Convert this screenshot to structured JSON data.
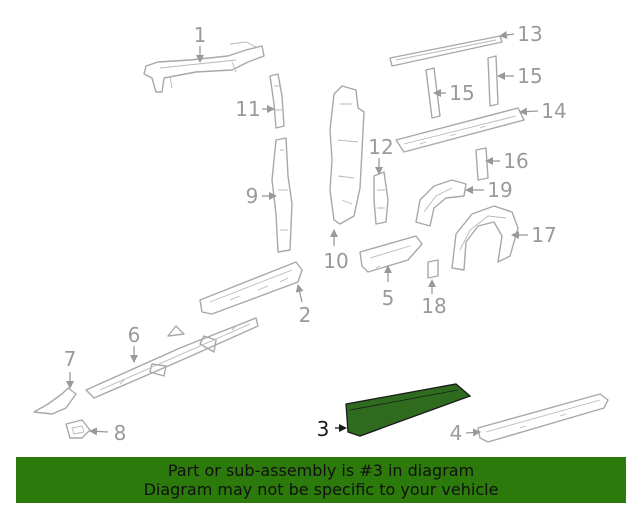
{
  "diagram": {
    "callouts": {
      "c1": "1",
      "c2": "2",
      "c3": "3",
      "c4": "4",
      "c5": "5",
      "c6": "6",
      "c7": "7",
      "c8": "8",
      "c9": "9",
      "c10": "10",
      "c11": "11",
      "c12": "12",
      "c13": "13",
      "c14": "14",
      "c15a": "15",
      "c15b": "15",
      "c16": "16",
      "c17": "17",
      "c18": "18",
      "c19": "19"
    },
    "highlighted_part": "3",
    "colors": {
      "highlight": "#2e6b1e",
      "banner": "#2b7a0b",
      "line": "#a8a8a8"
    }
  },
  "banner": {
    "line1": "Part or sub-assembly is #3 in diagram",
    "line2": "Diagram may not be specific to your vehicle"
  }
}
